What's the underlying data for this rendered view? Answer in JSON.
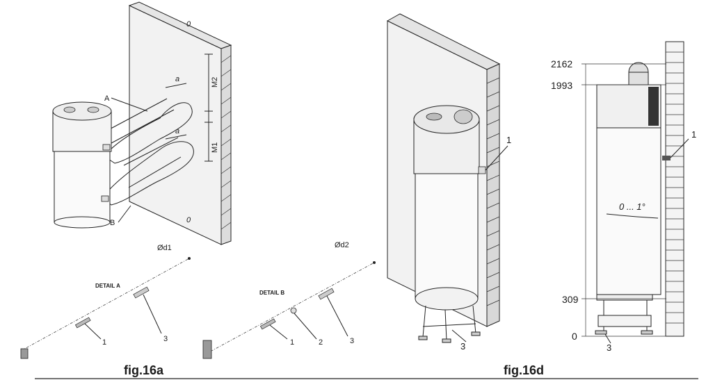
{
  "figures": {
    "a": {
      "caption": "fig.16a",
      "labels": {
        "zero_top": "0",
        "zero_bottom": "0",
        "a_top": "a",
        "a_mid": "a",
        "m2": "M2",
        "m1": "M1",
        "A": "A",
        "B": "B"
      },
      "detail_a": {
        "title": "DETAIL A",
        "diam": "Ød1",
        "n1": "1",
        "n3": "3"
      },
      "detail_b": {
        "title": "DETAIL B",
        "diam": "Ød2",
        "n1": "1",
        "n2": "2",
        "n3": "3"
      }
    },
    "d": {
      "caption": "fig.16d",
      "levels": [
        "2162",
        "1993",
        "309",
        "0"
      ],
      "angle": "0 ... 1°",
      "callout_1": "1",
      "callout_3": "3"
    },
    "iso": {
      "callout_1": "1",
      "callout_3": "3"
    }
  }
}
